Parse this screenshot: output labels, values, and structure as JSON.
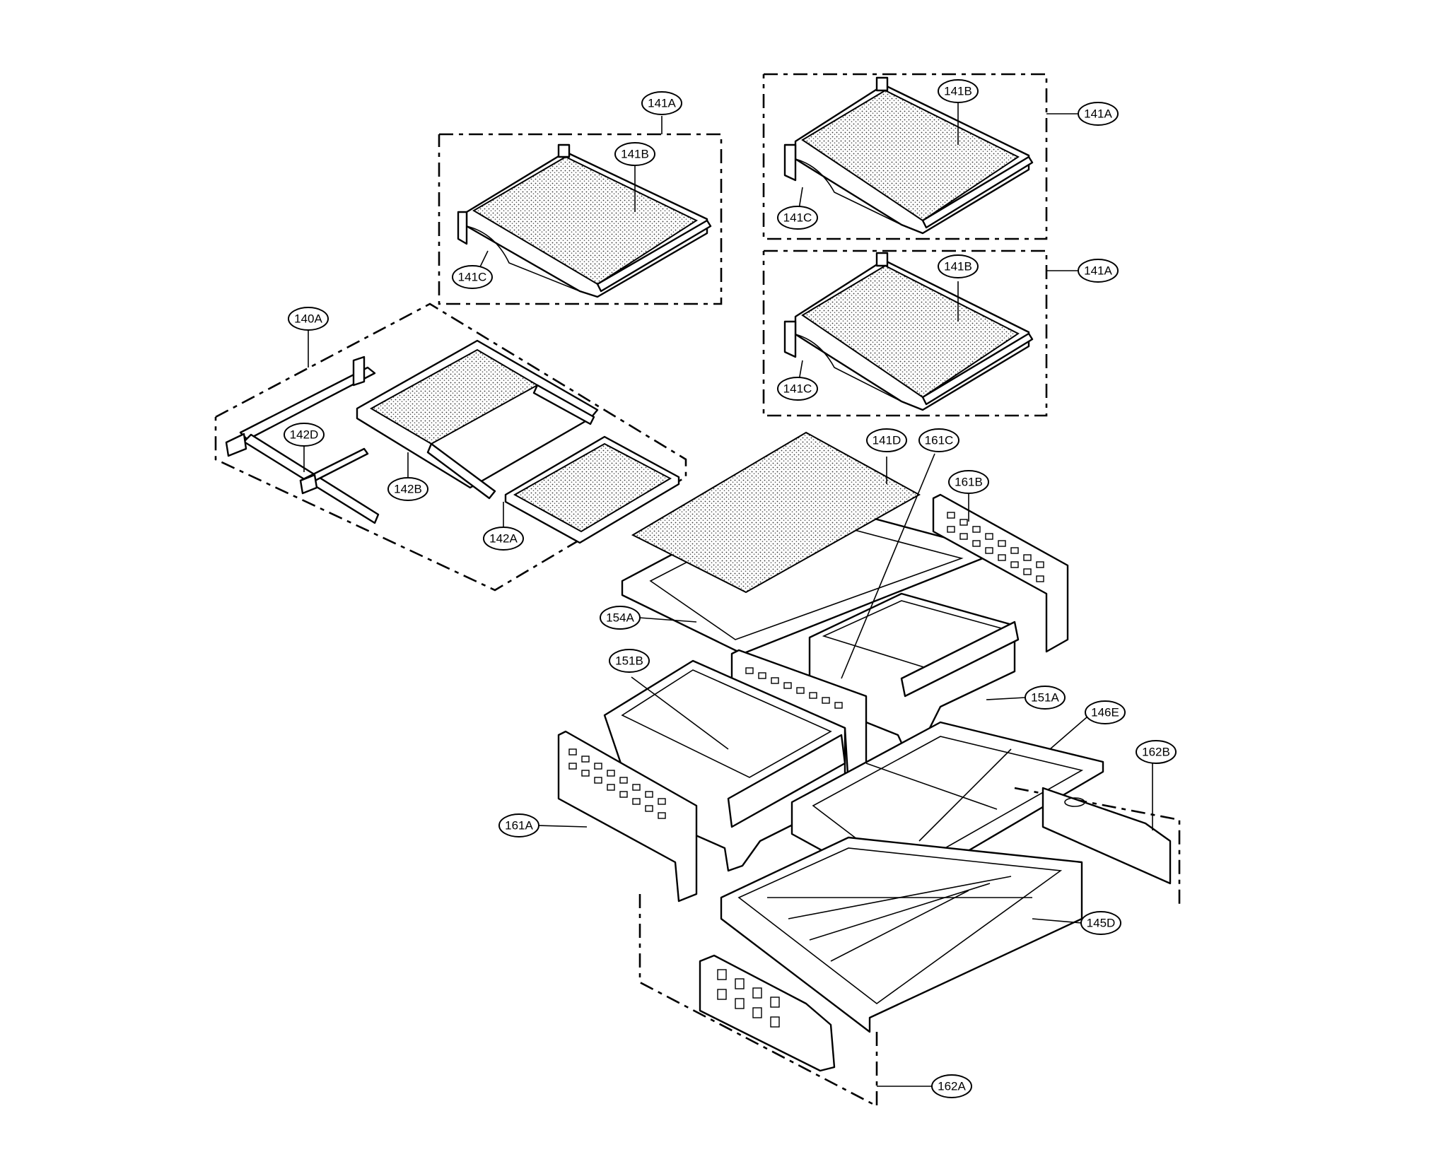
{
  "diagram": {
    "callouts": {
      "c141A_top": "141A",
      "c141B_top": "141B",
      "c141C_top": "141C",
      "c141A_r1": "141A",
      "c141B_r1": "141B",
      "c141C_r1": "141C",
      "c141A_r2": "141A",
      "c141B_r2": "141B",
      "c141C_r2": "141C",
      "c140A": "140A",
      "c142D": "142D",
      "c142B": "142B",
      "c142A": "142A",
      "c141D": "141D",
      "c161C": "161C",
      "c161B": "161B",
      "c154A": "154A",
      "c151B": "151B",
      "c151A": "151A",
      "c146E": "146E",
      "c162B": "162B",
      "c161A": "161A",
      "c145D": "145D",
      "c162A": "162A"
    }
  }
}
